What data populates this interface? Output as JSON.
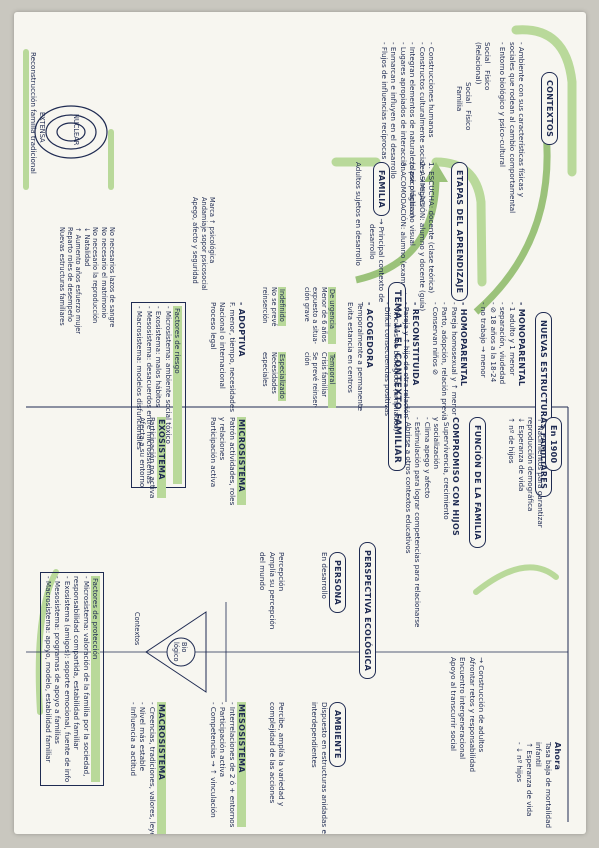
{
  "title": "TEMA 1: EL CONTEXTO FAMILIAR",
  "contextos": {
    "heading": "CONTEXTOS",
    "lines": [
      "- Ambiente con sus características físicas y",
      "  sociales que rodean al cambio comportamental",
      "- Entorno biológico y psico-cultural"
    ],
    "labels": {
      "social": "Social",
      "fisico": "Físico",
      "relacional": "(Relacional)",
      "social2": "Social",
      "fisico2": "Físico",
      "familia": "Familia"
    },
    "list": [
      "- Construcciones humanas",
      "- Constructos culturalmente sociales → reglas",
      "- Integran elementos de naturaleza psicológica no visual",
      "- Lugares apropiados de interacción",
      "- Enmarcan e influyen en el desarrollo",
      "- Flujos de influencias recíprocas"
    ]
  },
  "etapas": {
    "heading": "ETAPAS DEL APRENDIZAJE",
    "items": [
      "1. ESCUCHA: docente (clase teórica)",
      "2. ASIMILACIÓN: alumno y docente (guía)",
      "   (clase práctica)",
      "3. ACOMODACIÓN: alumno (examen)"
    ]
  },
  "familia": {
    "label": "FAMILIA",
    "arrow": "→ Principal contexto de",
    "line2": "desarrollo",
    "rings": [
      "NUCLEAR",
      "EXTENSA"
    ],
    "line3": "Adultos sujetos en desarrollo",
    "line4": "Reconstrucción familia tradicional",
    "notes1": [
      "Marca ↑ psicológica",
      "Andamiaje sopor psicosocial",
      "Apego, afecto y seguridad"
    ],
    "notes2": [
      "No necesarios lazos de sangre",
      "No necesario el matrimonio",
      "No necesario la reproducción",
      "↓ Natalidad",
      "↑ Aumento años esfuerzo mujer",
      "Reparto roles de desempeño",
      "Nuevas estructuras familiares"
    ]
  },
  "nuevas": {
    "heading": "NUEVAS ESTRUCTURAS FAMILIARES",
    "items": [
      {
        "label": "- MONOPARENTAL",
        "lines": [
          "- 1 adulto y 1 menor",
          "- separación, viudedad",
          "- ⊘ 18 años a la 18-24",
          "- no trabajo → menor"
        ]
      },
      {
        "label": "- HOMOPARENTAL",
        "lines": [
          "- Pareja homosexual y ↑ menor",
          "- Parto, adopción, relación previa",
          "- Conservan niños ⊘"
        ]
      },
      {
        "label": "- RECONSTITUIDA",
        "lines": [
          "- Pareja y ↑ hijo de otra relación",
          "- Vínculos no biológicos (ampliados)",
          "- Difícil consecuencias positivas"
        ]
      },
      {
        "label": "- ACOGEDORA",
        "lines": [
          "Temporalmente a permanente",
          "Evita estancia en centros"
        ]
      }
    ],
    "sub": [
      {
        "title": "De urgencia",
        "lines": [
          "Menor de 6 años",
          "expuesto a situa-",
          "ción grave"
        ]
      },
      {
        "title": "Temporal",
        "lines": [
          "Crisis familiar",
          "Se prevé reinser-",
          "ción"
        ]
      },
      {
        "title": "Indefinido",
        "lines": [
          "No se prevé",
          "reinserción"
        ]
      },
      {
        "title": "Especializado",
        "lines": [
          "Necesidades",
          "especiales"
        ]
      }
    ],
    "adoptiva": {
      "label": "- ADOPTIVA",
      "lines": [
        "F. menor, tiempo, necesidades",
        "Nacional o internacional",
        "Proceso legal"
      ]
    }
  },
  "factores_riesgo": {
    "heading": "Factores de riesgo",
    "lines": [
      "- Microsistema: ambiente social tóxico",
      "- Exosistema: malos hábitos",
      "- Mesosistema: desacuerdos entre microsistemas",
      "- Macrosistema: modelos disfuncionales"
    ]
  },
  "en1900": {
    "heading": "En 1900",
    "lines": [
      "↑ Nacimientos para garantizar",
      "reproducción demográfica",
      "↓ Esperanza de vida",
      "↑ nº de hijos"
    ]
  },
  "ahora": {
    "heading": "Ahora",
    "lines": [
      "Tasa baja de mortalidad",
      "infantil",
      "↑ Esperanza de vida",
      "- ↓ nº hijos"
    ]
  },
  "funcion": {
    "heading": "FUNCIÓN DE LA FAMILIA",
    "hijos": "COMPROMISO CON HIJOS",
    "hijos_lines": [
      "- Supervivencia, crecimiento",
      "  y socialización",
      "- Clima apego y afecto",
      "- Estimulación para lograr competencias para relacionarse",
      "- Abrirse a otros contextos educativos"
    ],
    "adultos": [
      "→ Construcción de adultos",
      "Afrontar retos y responsabilidad",
      "Encuentro intergeneracional",
      "Apoyo al transcurrir social"
    ]
  },
  "ecologica": {
    "heading": "PERSPECTIVA ECOLÓGICA",
    "persona": "PERSONA",
    "persona_sub": "En desarrollo",
    "ambiente": "AMBIENTE",
    "ambiente_lines": [
      "Dispuesto en estructuras anidadas e",
      "interdependientes"
    ],
    "center": [
      "Bio",
      "lógico"
    ],
    "contextos": "Contextos",
    "left_lines": [
      "Percepción",
      "Amplía su percepción",
      "del mundo"
    ],
    "right_lines": [
      "Percibe, amplía la variedad y",
      "complejidad de las acciones"
    ],
    "micro": {
      "heading": "MICROSISTEMA",
      "lines": [
        "Patrón actividades, roles",
        "y relaciones",
        "Participación activa"
      ]
    },
    "meso": {
      "heading": "MESOSISTEMA",
      "lines": [
        "- Interrelaciones de 2 ó + entornos",
        "- Participación activa",
        "- Competencias → ↑ vinculación"
      ]
    },
    "exo": {
      "heading": "EXOSISTEMA",
      "lines": [
        "Participación no activa",
        "Afecta a su entorno"
      ]
    },
    "macro": {
      "heading": "MACROSISTEMA",
      "lines": [
        "- Creencias, tradiciones, valores, leyes",
        "- Nivel más estable",
        "- Influencia a actitud"
      ]
    }
  },
  "factores_proteccion": {
    "heading": "Factores de protección",
    "lines": [
      "- Microsistema: valoración de la familia por la sociedad,",
      "  responsabilidad compartida, estabilidad familiar",
      "- Exosistema (amigos): soporte emocional, fuente de info",
      "- Mesosistema: programas de apoyo a familias",
      "- Macrosistema: apoyo, modelo, estabilidad familiar"
    ]
  }
}
